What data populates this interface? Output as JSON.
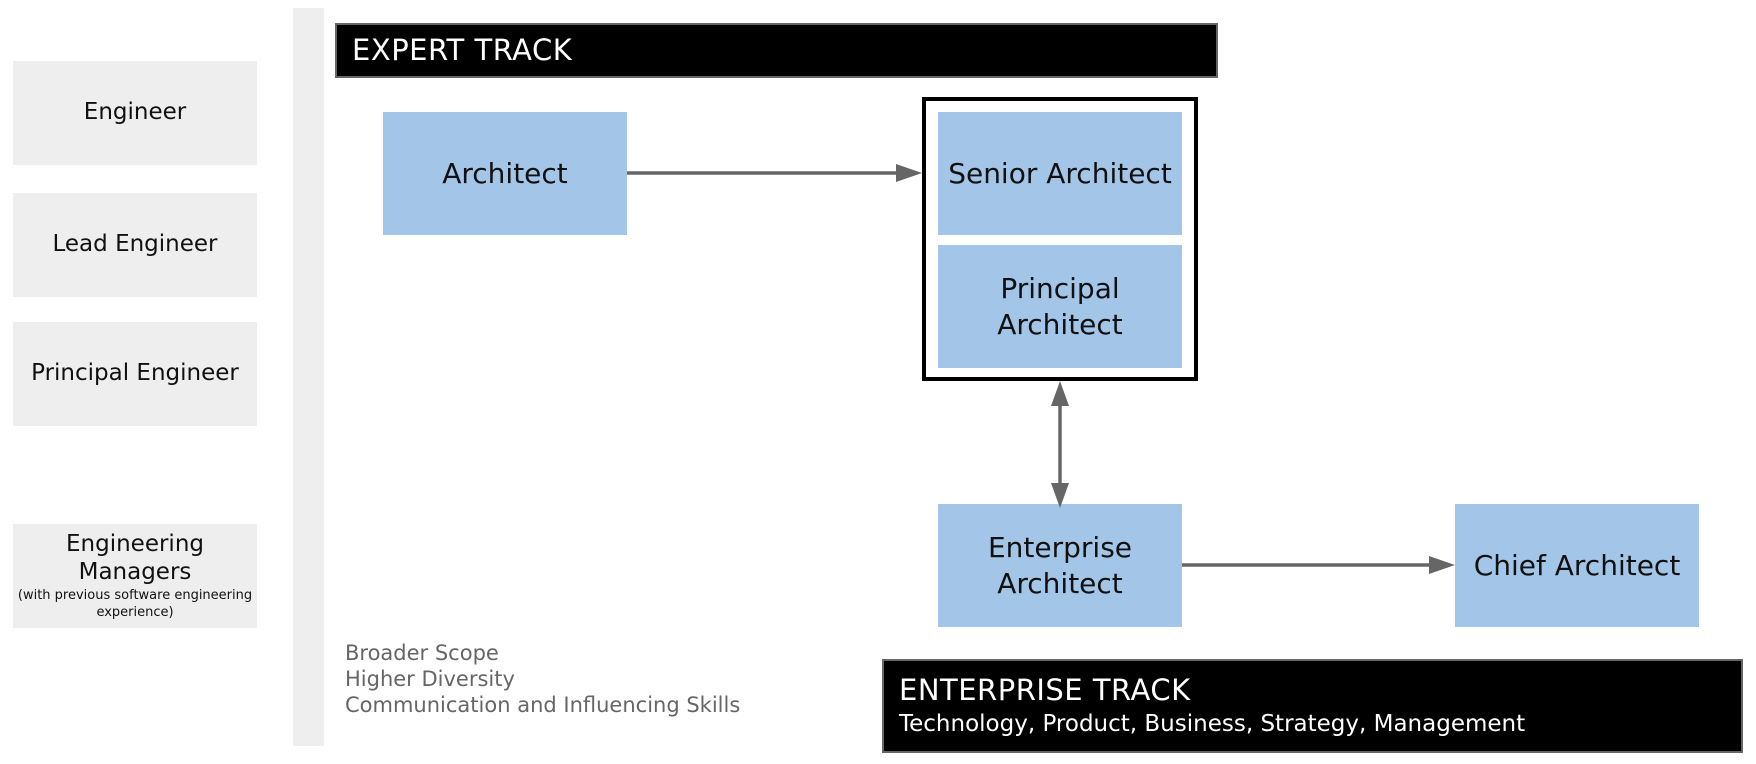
{
  "levels": [
    {
      "label": "Engineer",
      "sub": ""
    },
    {
      "label": "Lead Engineer",
      "sub": ""
    },
    {
      "label": "Principal Engineer",
      "sub": ""
    },
    {
      "label": "Engineering Managers",
      "sub": "(with previous software engineering experience)"
    }
  ],
  "expert_track": {
    "title": "EXPERT TRACK"
  },
  "enterprise_track": {
    "title": "ENTERPRISE TRACK",
    "subtitle": "Technology, Product, Business, Strategy, Management"
  },
  "roles": {
    "architect": "Architect",
    "senior_architect": "Senior Architect",
    "principal_architect": "Principal Architect",
    "enterprise_architect": "Enterprise Architect",
    "chief_architect": "Chief Architect"
  },
  "notes": [
    "Broader Scope",
    "Higher Diversity",
    "Communication and Influencing Skills"
  ],
  "colors": {
    "role_fill": "#a3c6e8",
    "level_fill": "#eeeeee",
    "arrow": "#666666",
    "header": "#000000"
  }
}
